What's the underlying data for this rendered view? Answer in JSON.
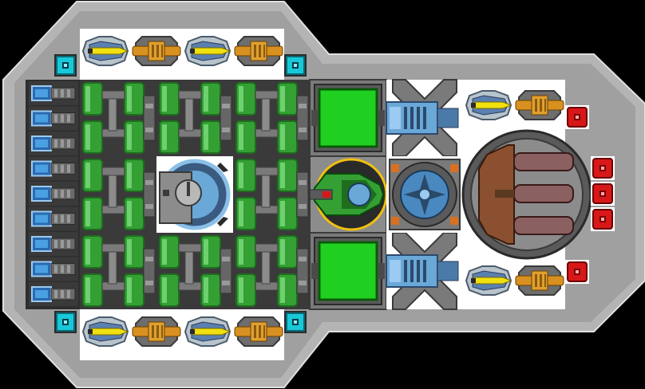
{
  "screen": {
    "kind": "ship-builder-grid",
    "background_color": "#000000",
    "hull_color": "#b4b4b4",
    "hull_edge_color": "#e0e0e0",
    "deck_color": "#ffffff"
  },
  "palette": {
    "green_module": "#34a034",
    "green_dark": "#1e6e1e",
    "gray_pipe": "#5c5c5c",
    "gray_light": "#8c8c8c",
    "yellow_weapon": "#f0e010",
    "orange_weapon": "#d89020",
    "blue_accent": "#4aa0e0",
    "cyan_node": "#18c8d8",
    "red_node": "#d81818",
    "bright_green_panel": "#20d020",
    "brown_turret": "#8a5030"
  },
  "modules": {
    "weapon_yellow": {
      "icon": "yellow-missile-launcher-icon",
      "count": 6
    },
    "weapon_orange": {
      "icon": "orange-autocannon-icon",
      "count": 6
    },
    "cyan_node": {
      "icon": "cyan-connector-node-icon",
      "count": 4
    },
    "red_node": {
      "icon": "red-connector-node-icon",
      "count": 5
    },
    "thruster": {
      "icon": "blue-thruster-icon",
      "count": 9
    },
    "fuel_tank": {
      "icon": "green-fuel-tank-icon"
    },
    "shield_generator": {
      "icon": "shield-generator-icon"
    },
    "cockpit": {
      "icon": "green-cockpit-icon"
    },
    "armor_panel": {
      "icon": "green-armor-panel-icon",
      "count": 2
    },
    "engine_cross": {
      "icon": "x-frame-engine-icon",
      "count": 2
    },
    "reactor": {
      "icon": "round-reactor-icon"
    },
    "big_turret": {
      "icon": "triple-barrel-turret-icon"
    }
  }
}
